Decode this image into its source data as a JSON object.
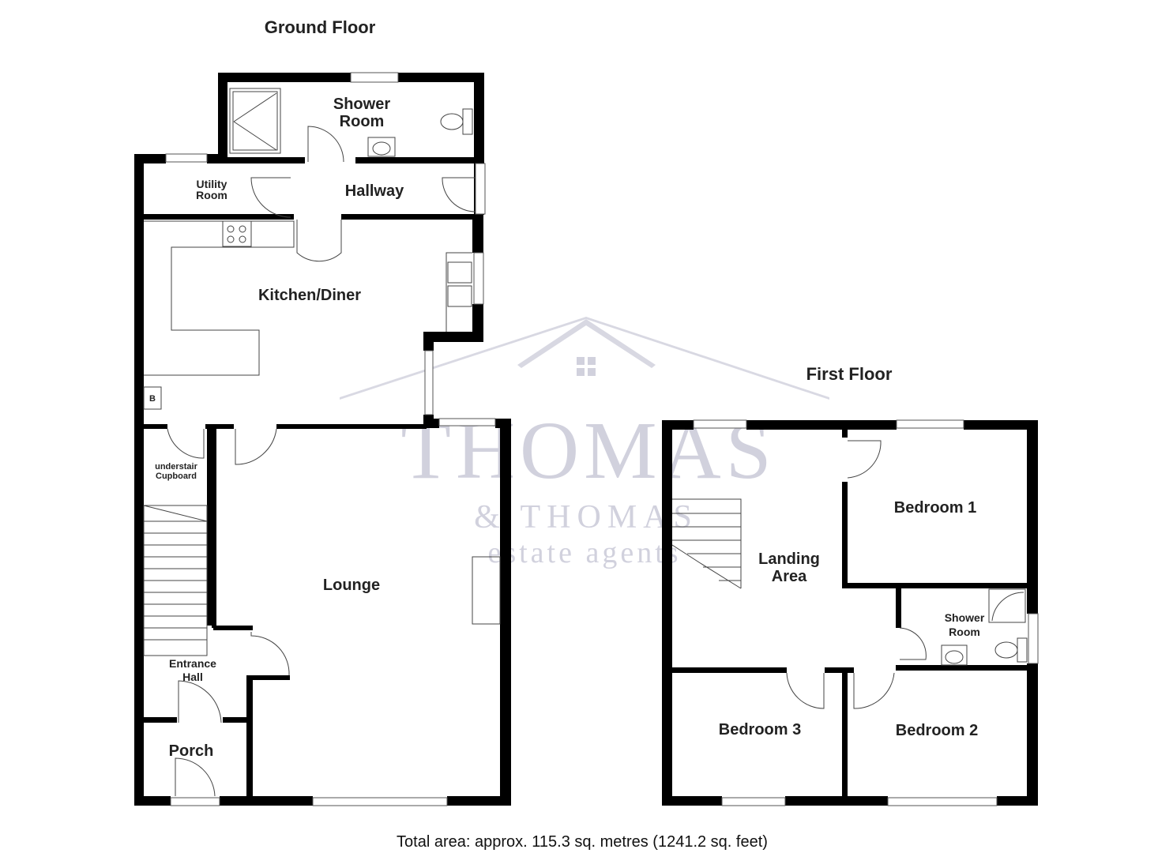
{
  "titles": {
    "ground_floor": "Ground Floor",
    "first_floor": "First Floor"
  },
  "rooms": {
    "shower_room_ground_line1": "Shower",
    "shower_room_ground_line2": "Room",
    "hallway": "Hallway",
    "utility_line1": "Utility",
    "utility_line2": "Room",
    "kitchen_diner": "Kitchen/Diner",
    "boiler": "B",
    "understair_line1": "understair",
    "understair_line2": "Cupboard",
    "lounge": "Lounge",
    "entrance_line1": "Entrance",
    "entrance_line2": "Hall",
    "porch": "Porch",
    "landing_line1": "Landing",
    "landing_line2": "Area",
    "bedroom1": "Bedroom 1",
    "shower_room_first_line1": "Shower",
    "shower_room_first_line2": "Room",
    "bedroom3": "Bedroom 3",
    "bedroom2": "Bedroom 2"
  },
  "watermark": {
    "name": "THOMAS",
    "sub": "& THOMAS",
    "tagline": "estate agents",
    "color": "#c9c9d8"
  },
  "footer": {
    "total_area": "Total area: approx. 115.3 sq. metres (1241.2 sq. feet)"
  }
}
